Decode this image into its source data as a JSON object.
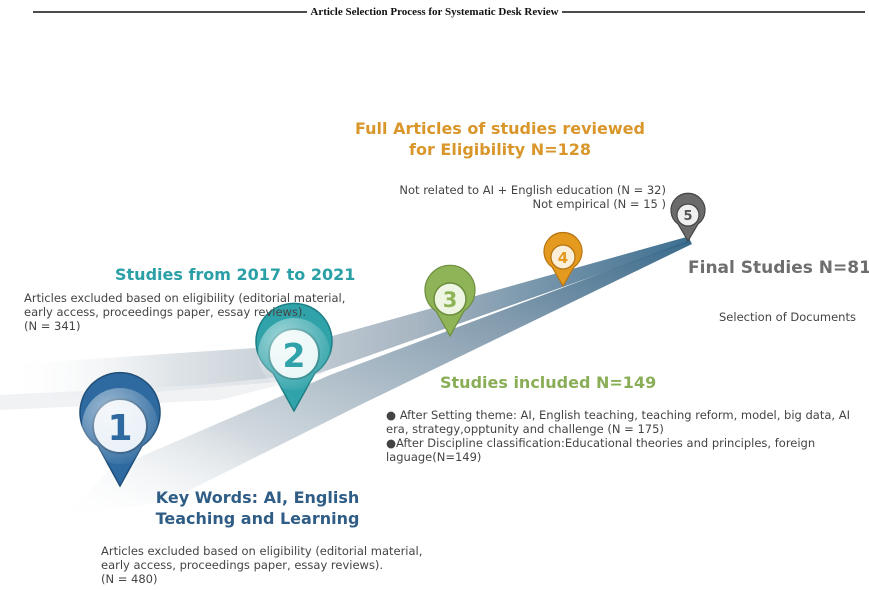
{
  "header": {
    "title": "Article Selection Process for Systematic Desk Review"
  },
  "colors": {
    "step1": "#2e6aa0",
    "step2": "#2fa3a9",
    "step3": "#8fb457",
    "step4": "#e39a1f",
    "step5": "#6b6b6b",
    "step1_text": "#2f5d86",
    "step2_text": "#2aa0a6",
    "step3_text": "#8aae58",
    "step4_text": "#d9962a",
    "step5_text": "#6e6e6e"
  },
  "steps": [
    {
      "number": "1",
      "icon": "numbered-pin-icon",
      "heading": "Key Words: AI, English Teaching and Learning",
      "note": "Articles excluded based on eligibility (editorial material, early access, proceedings paper, essay reviews).",
      "count": "(N = 480)"
    },
    {
      "number": "2",
      "icon": "numbered-pin-icon",
      "heading": "Studies from 2017 to 2021",
      "note": "Articles excluded based on eligibility (editorial material, early access, proceedings paper, essay reviews).",
      "count": "(N = 341)"
    },
    {
      "number": "3",
      "icon": "numbered-pin-icon",
      "heading": "Studies included N=149",
      "bullet1": "● After Setting theme: AI, English teaching, teaching reform, model, big data, AI era, strategy,opptunity and challenge (N = 175)",
      "bullet2": "●After Discipline classification:Educational theories and principles, foreign laguage(N=149)"
    },
    {
      "number": "4",
      "icon": "numbered-pin-icon",
      "heading_line1": "Full Articles of studies reviewed",
      "heading_line2": "for Eligibility N=128",
      "note1": "Not related to AI + English education (N = 32)",
      "note2": "Not empirical (N = 15 )"
    },
    {
      "number": "5",
      "icon": "numbered-pin-icon",
      "heading": "Final Studies N=81",
      "note": "Selection of Documents"
    }
  ]
}
